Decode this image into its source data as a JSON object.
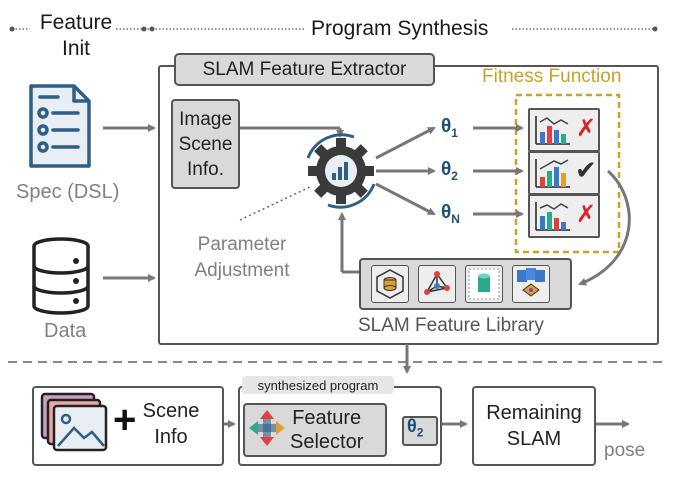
{
  "header": {
    "feature_init": "Feature\nInit",
    "program_synthesis": "Program Synthesis"
  },
  "left": {
    "spec_label": "Spec (DSL)",
    "data_label": "Data"
  },
  "extractor": {
    "title": "SLAM Feature Extractor",
    "image_scene_info": "Image\nScene\nInfo.",
    "parameter_adjustment": "Parameter\nAdjustment",
    "fitness_function": "Fitness Function",
    "thetas": [
      {
        "base": "θ",
        "sub": "1",
        "result": "cross"
      },
      {
        "base": "θ",
        "sub": "2",
        "result": "check"
      },
      {
        "base": "θ",
        "sub": "N",
        "result": "cross"
      }
    ],
    "library_label": "SLAM Feature Library"
  },
  "bottom": {
    "scene_info": "Scene\nInfo",
    "plus": "+",
    "synthesized_program": "synthesized program",
    "feature_selector": "Feature\nSelector",
    "theta2_base": "θ",
    "theta2_sub": "2",
    "remaining_slam": "Remaining\nSLAM",
    "pose": "pose"
  },
  "colors": {
    "fitness_border": "#c9a227",
    "fitness_text": "#c9a227",
    "theta": "#1f4e79",
    "icon_blue": "#2e5f87",
    "cross": "#e02020",
    "arrow": "#777777"
  }
}
